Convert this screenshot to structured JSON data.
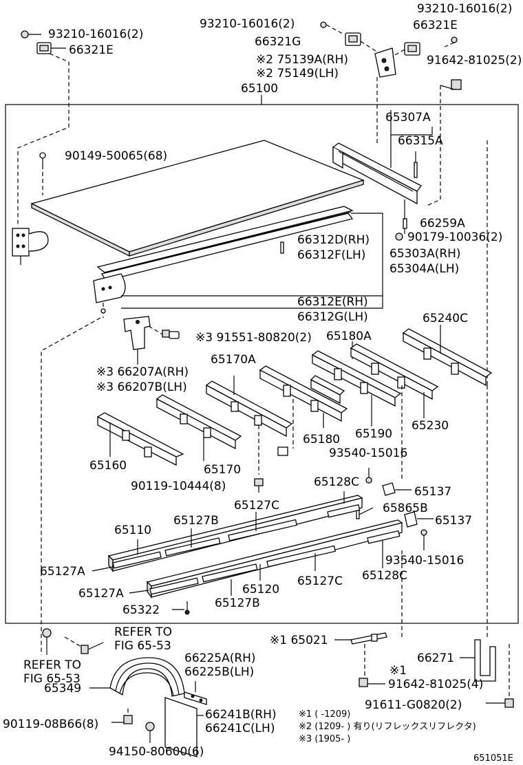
{
  "labels": {
    "l_93210_tl": "93210-16016(2)",
    "l_66321E_tl": "66321E",
    "l_93210_tc": "93210-16016(2)",
    "l_66321G": "66321G",
    "l_75139A": "※2 75139A(RH)",
    "l_75149": "※2 75149(LH)",
    "l_65100": "65100",
    "l_93210_tr": "93210-16016(2)",
    "l_66321E_tr": "66321E",
    "l_91642_tr": "91642-81025(2)",
    "l_90149": "90149-50065(68)",
    "l_65307A": "65307A",
    "l_66315A": "66315A",
    "l_66259A": "66259A",
    "l_90179": "90179-10036(2)",
    "l_66312D": "66312D(RH)",
    "l_66312F": "66312F(LH)",
    "l_65303A": "65303A(RH)",
    "l_65304A": "65304A(LH)",
    "l_66312E": "66312E(RH)",
    "l_66312G": "66312G(LH)",
    "l_91551": "※3 91551-80820(2)",
    "l_65180A": "65180A",
    "l_65240C": "65240C",
    "l_66207A": "※3 66207A(RH)",
    "l_66207B": "※3 66207B(LH)",
    "l_65170A": "65170A",
    "l_65160": "65160",
    "l_65170": "65170",
    "l_65180": "65180",
    "l_65190": "65190",
    "l_65230": "65230",
    "l_93540_a": "93540-15016",
    "l_90119_10444": "90119-10444(8)",
    "l_65128C_a": "65128C",
    "l_65137_a": "65137",
    "l_65127C_a": "65127C",
    "l_65865B": "65865B",
    "l_65110": "65110",
    "l_65127B_a": "65127B",
    "l_65137_b": "65137",
    "l_93540_b": "93540-15016",
    "l_65127A_a": "65127A",
    "l_65128C_b": "65128C",
    "l_65127A_b": "65127A",
    "l_65120": "65120",
    "l_65127C_b": "65127C",
    "l_65322": "65322",
    "l_65127B_b": "65127B",
    "l_refer1a": "REFER TO",
    "l_refer1b": "FIG 65-53",
    "l_refer2a": "REFER TO",
    "l_refer2b": "FIG 65-53",
    "l_65021": "※1 65021",
    "l_66271": "66271",
    "l_66225A": "66225A(RH)",
    "l_66225B": "66225B(LH)",
    "l_65349": "65349",
    "l_91642_bot_note": "※1",
    "l_91642_bot": "91642-81025(4)",
    "l_66241B": "66241B(RH)",
    "l_66241C": "66241C(LH)",
    "l_91611": "91611-G0820(2)",
    "l_90119_08B66": "90119-08B66(8)",
    "l_94150": "94150-80600(6)",
    "l_note1": "※1 (      -1209)",
    "l_note2": "※2 (1209-      ) 有り(リフレックスリフレクタ)",
    "l_note3": "※3 (1905-      )",
    "l_figno": "651051E"
  }
}
